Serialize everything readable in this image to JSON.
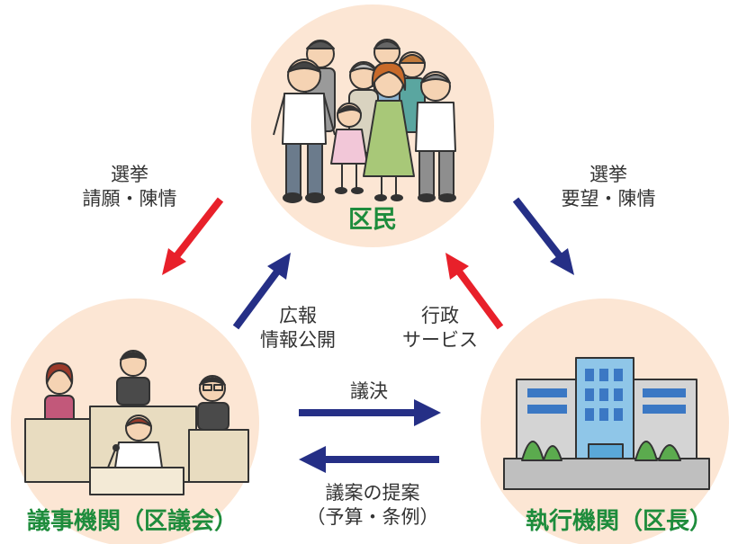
{
  "nodes": {
    "citizens": {
      "title": "区民"
    },
    "assembly": {
      "title": "議事機関（区議会）"
    },
    "executive": {
      "title": "執行機関（区長）"
    }
  },
  "edges": {
    "citizens_to_assembly": {
      "lines": [
        "選挙",
        "請願・陳情"
      ]
    },
    "citizens_to_executive": {
      "lines": [
        "選挙",
        "要望・陳情"
      ]
    },
    "assembly_to_citizens": {
      "lines": [
        "広報",
        "情報公開"
      ]
    },
    "executive_to_citizens": {
      "lines": [
        "行政",
        "サービス"
      ]
    },
    "assembly_to_executive": {
      "lines": [
        "議決"
      ]
    },
    "executive_to_assembly": {
      "lines": [
        "議案の提案",
        "（予算・条例）"
      ]
    }
  },
  "colors": {
    "circle_fill": "#fce6d4",
    "title_green": "#1e8c3c",
    "arrow_red": "#e8202a",
    "arrow_navy": "#252f86"
  }
}
